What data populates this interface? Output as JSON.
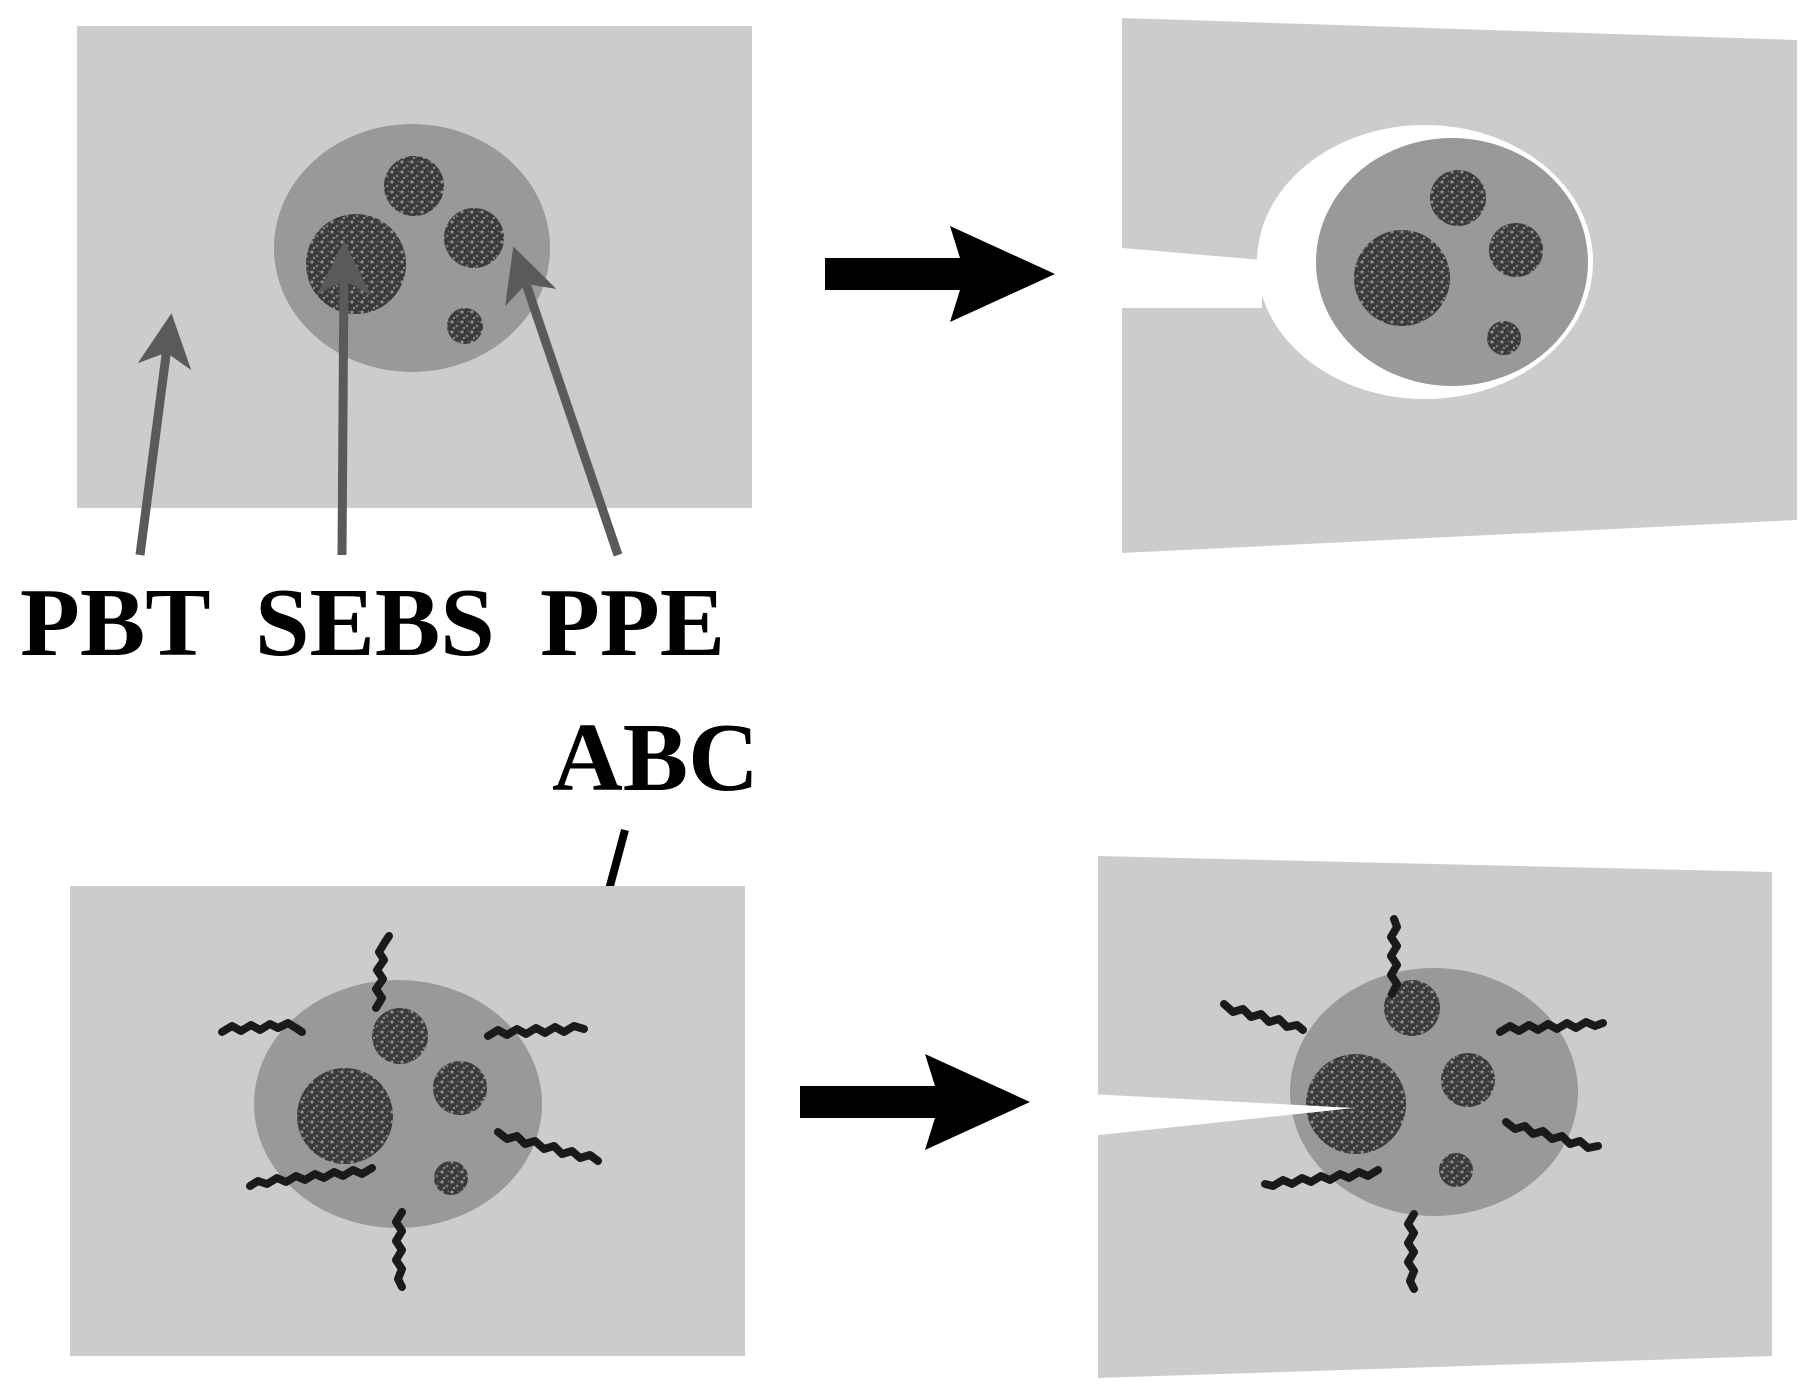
{
  "labels": {
    "pbt": "PBT",
    "sebs": "SEBS",
    "ppe": "PPE",
    "abc": "ABC"
  },
  "colors": {
    "matrix": "#cccccc",
    "particle": "#999999",
    "domain_dark": "#2e2e2e",
    "domain_light": "#8a8a8a",
    "pointer_arrow": "#5a5a5a",
    "process_arrow": "#000000",
    "chain": "#1a1a1a",
    "void": "#ffffff"
  }
}
